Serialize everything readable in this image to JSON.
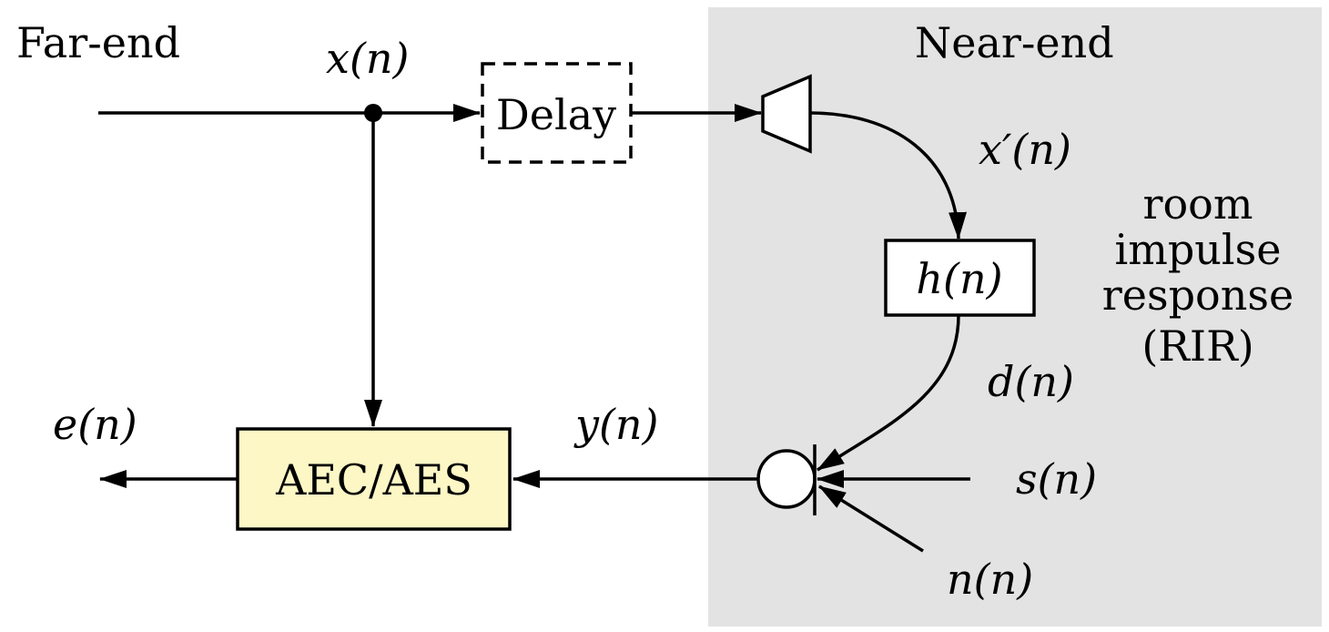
{
  "labels": {
    "far_end": "Far-end",
    "near_end": "Near-end",
    "x_n": "x(n)",
    "x_prime_n": "x′(n)",
    "delay": "Delay",
    "h_n": "h(n)",
    "d_n": "d(n)",
    "y_n": "y(n)",
    "e_n": "e(n)",
    "s_n": "s(n)",
    "n_n": "n(n)",
    "aec_aes": "AEC/AES",
    "rir_line1": "room",
    "rir_line2": "impulse",
    "rir_line3": "response",
    "rir_line4": "(RIR)"
  },
  "colors": {
    "near_end_background": "#e3e3e3",
    "aec_fill": "#fcf7c5",
    "stroke": "#000000"
  }
}
